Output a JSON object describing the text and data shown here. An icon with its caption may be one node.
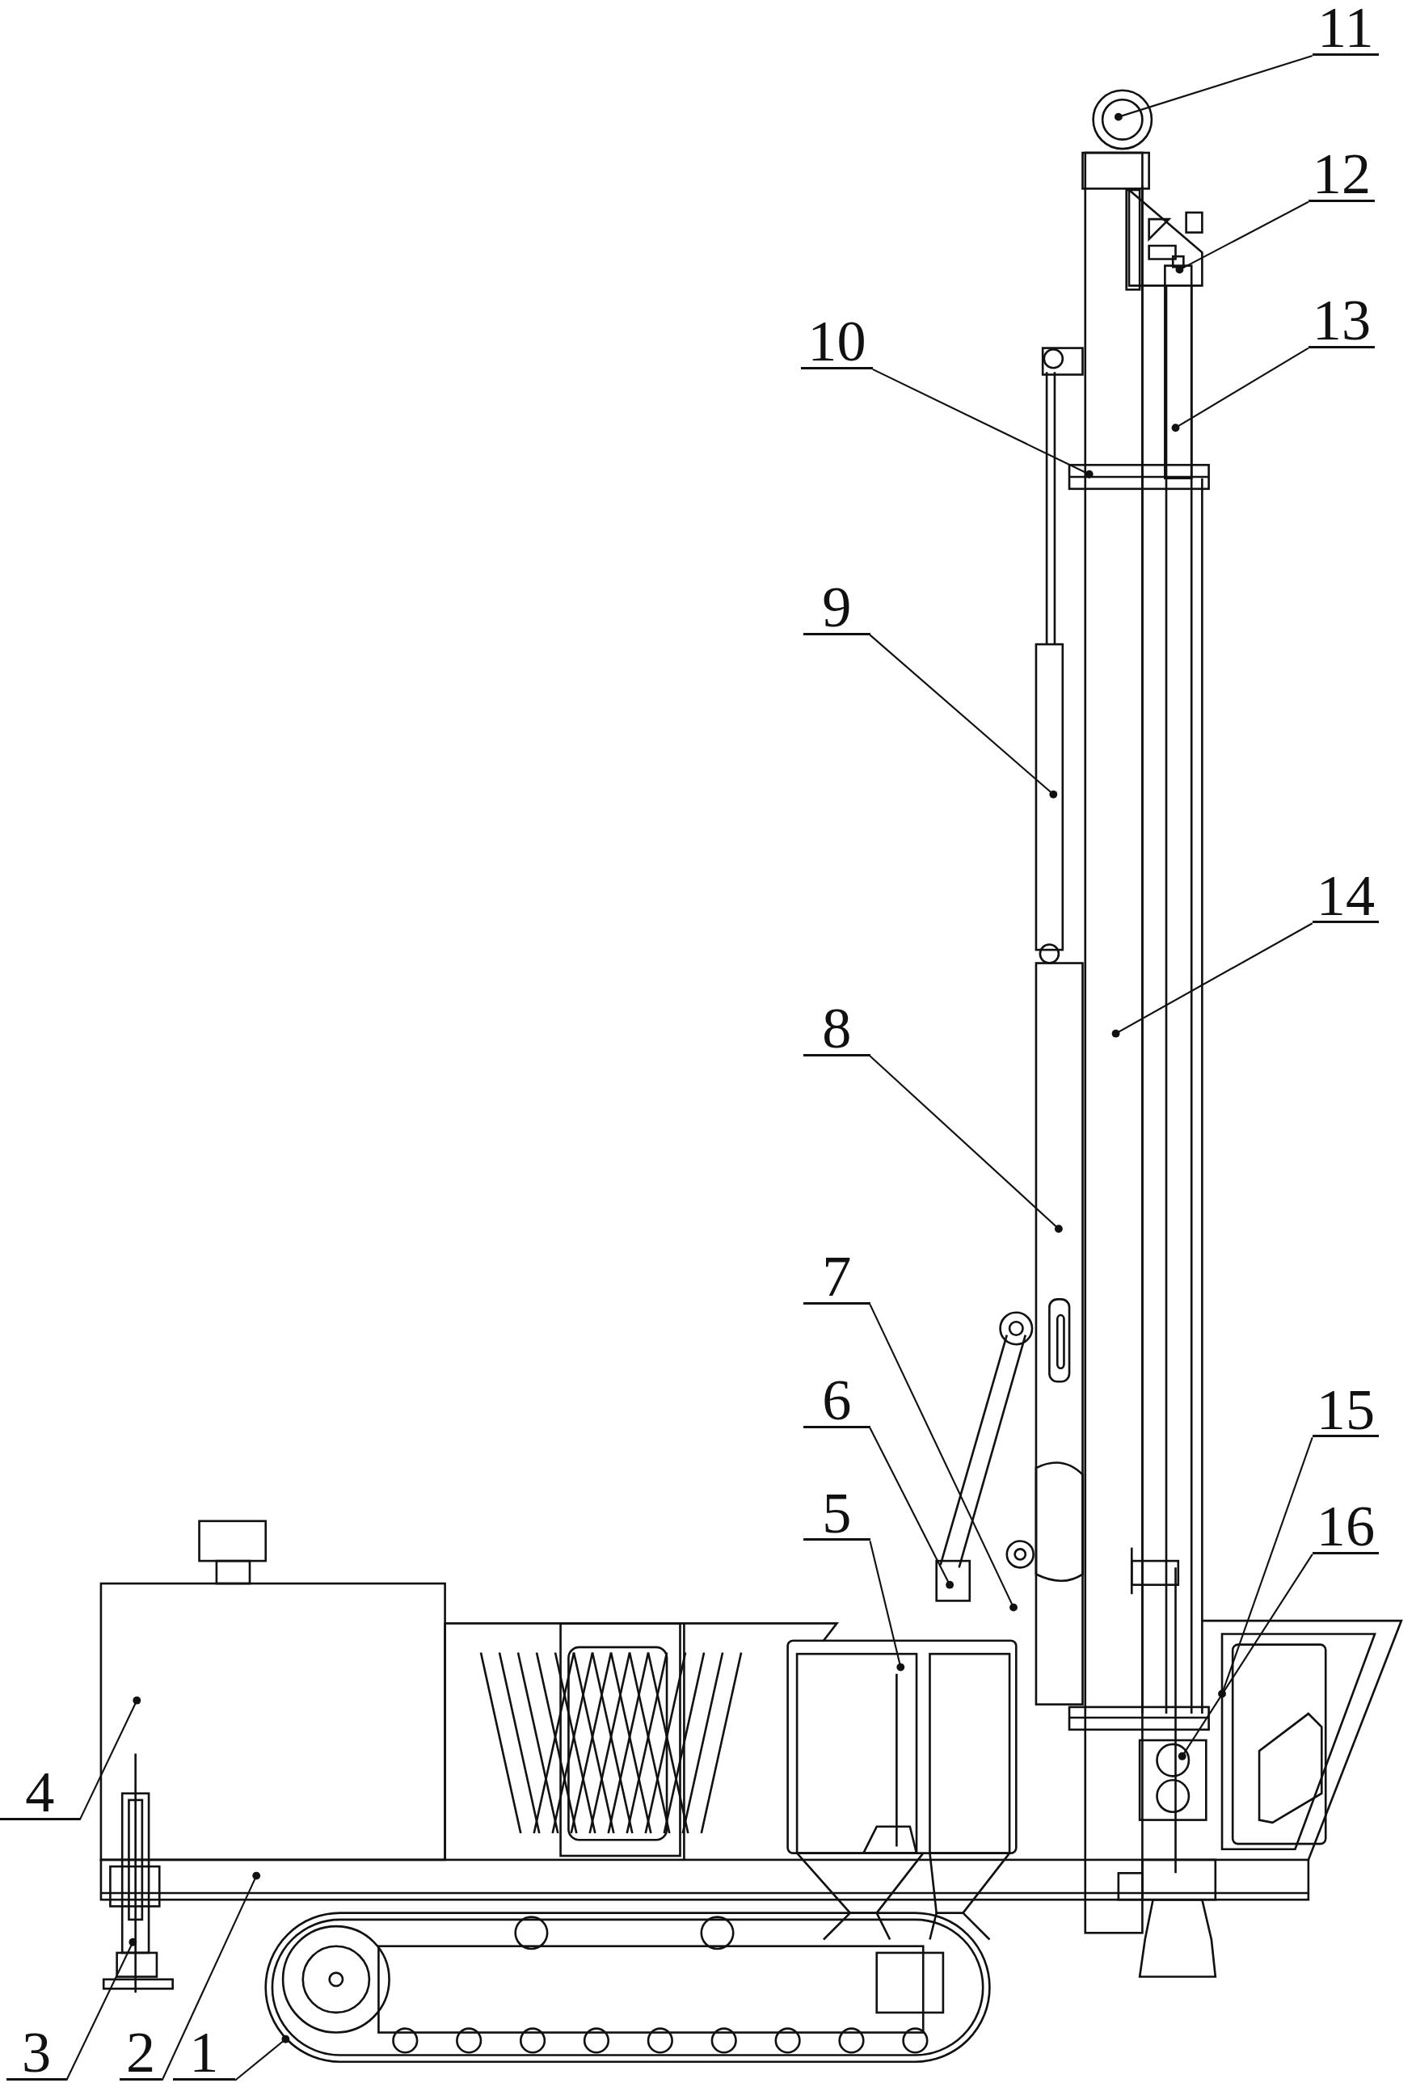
{
  "diagram": {
    "nodes": [
      {
        "text": [
          "11"
        ]
      },
      {
        "text": [
          "12"
        ]
      },
      {
        "text": [
          "13"
        ]
      },
      {
        "text": [
          "10"
        ]
      },
      {
        "text": [
          "9"
        ]
      },
      {
        "text": [
          "14"
        ]
      },
      {
        "text": [
          "8"
        ]
      },
      {
        "text": [
          "7"
        ]
      },
      {
        "text": [
          "15"
        ]
      },
      {
        "text": [
          "6"
        ]
      },
      {
        "text": [
          "16"
        ]
      },
      {
        "text": [
          "5"
        ]
      },
      {
        "text": [
          "4"
        ]
      },
      {
        "text": [
          "3"
        ]
      },
      {
        "text": [
          "2"
        ]
      },
      {
        "text": [
          "1"
        ]
      }
    ],
    "edges": [
      {
        "from": 0,
        "to": null,
        "arrow": "other"
      },
      {
        "from": 1,
        "to": null,
        "arrow": "other"
      },
      {
        "from": 2,
        "to": null,
        "arrow": "other"
      },
      {
        "from": 3,
        "to": null,
        "arrow": "other"
      },
      {
        "from": 4,
        "to": null,
        "arrow": "other"
      },
      {
        "from": 5,
        "to": null,
        "arrow": "other"
      },
      {
        "from": 6,
        "to": null,
        "arrow": "other"
      },
      {
        "from": 7,
        "to": null,
        "arrow": "other"
      },
      {
        "from": 8,
        "to": null,
        "arrow": "other"
      },
      {
        "from": 9,
        "to": null,
        "arrow": "other"
      },
      {
        "from": 10,
        "to": null,
        "arrow": "other"
      },
      {
        "from": 11,
        "to": null,
        "arrow": "other"
      },
      {
        "from": 12,
        "to": null,
        "arrow": "other"
      },
      {
        "from": 13,
        "to": null,
        "arrow": "other"
      },
      {
        "from": 14,
        "to": null,
        "arrow": "other"
      },
      {
        "from": 15,
        "to": null,
        "arrow": "other"
      }
    ]
  }
}
